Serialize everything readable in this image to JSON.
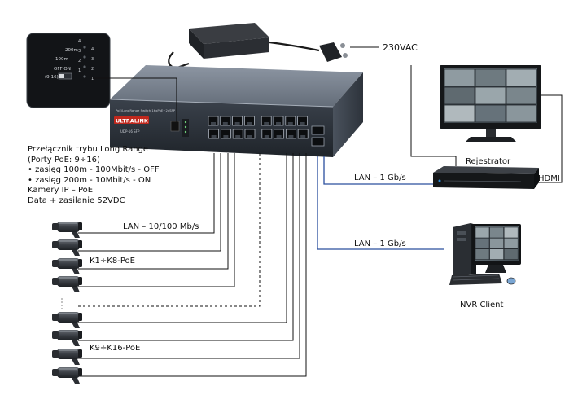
{
  "power": {
    "label": "230VAC"
  },
  "switch": {
    "brand": "ULTRALINK",
    "model": "UDP-16 SFP",
    "panel_text": "PoE/LongRange Switch  16xPoE+2xSFP"
  },
  "dip_inset": {
    "numbers": [
      "4",
      "3",
      "2",
      "1"
    ],
    "label_200m": "200m",
    "label_100m": "100m",
    "label_off_on": "OFF  ON",
    "label_ports": "(9-16)",
    "rnumbers": [
      "4",
      "3",
      "2",
      "1"
    ]
  },
  "mode_note": {
    "lines": [
      "Przełącznik trybu Long Range",
      "(Porty PoE: 9÷16)",
      "• zasięg 100m - 100Mbit/s - OFF",
      "• zasięg 200m - 10Mbit/s - ON"
    ]
  },
  "camera_note": {
    "lines": [
      "Kamery IP – PoE",
      "Data + zasilanie 52VDC"
    ]
  },
  "links": {
    "lan_cameras": "LAN – 10/100 Mb/s",
    "lan_recorder": "LAN – 1 Gb/s",
    "lan_client": "LAN – 1 Gb/s",
    "hdmi": "HDMI"
  },
  "groups": {
    "k1_k8": "K1÷K8-PoE",
    "k9_k16": "K9÷K16-PoE"
  },
  "devices": {
    "recorder": "Rejestrator",
    "client": "NVR Client"
  },
  "colors": {
    "lan_line": "#2a4f9e",
    "wire": "#111111",
    "switch_body": "#5b6573",
    "switch_front": "#2c323a",
    "brand_red": "#c0281d"
  }
}
